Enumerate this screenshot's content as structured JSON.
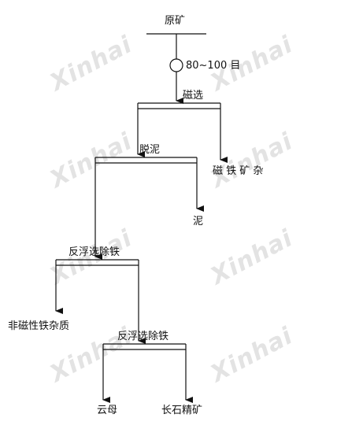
{
  "nodes": {
    "ore": "原矿",
    "grind": "80~100 目",
    "magsep": "磁选",
    "desliming": "脱泥",
    "mag_iron": "磁 铁 矿 杂",
    "slime": "泥",
    "reverse_flot_1": "反浮选除铁",
    "nonmag_iron": "非磁性铁杂质",
    "reverse_flot_2": "反浮选除铁",
    "mica": "云母",
    "feldspar": "长石精矿"
  },
  "watermark": {
    "text": "Xinhai"
  },
  "colors": {
    "line": "#111111",
    "watermark": "#e3e3e3"
  }
}
